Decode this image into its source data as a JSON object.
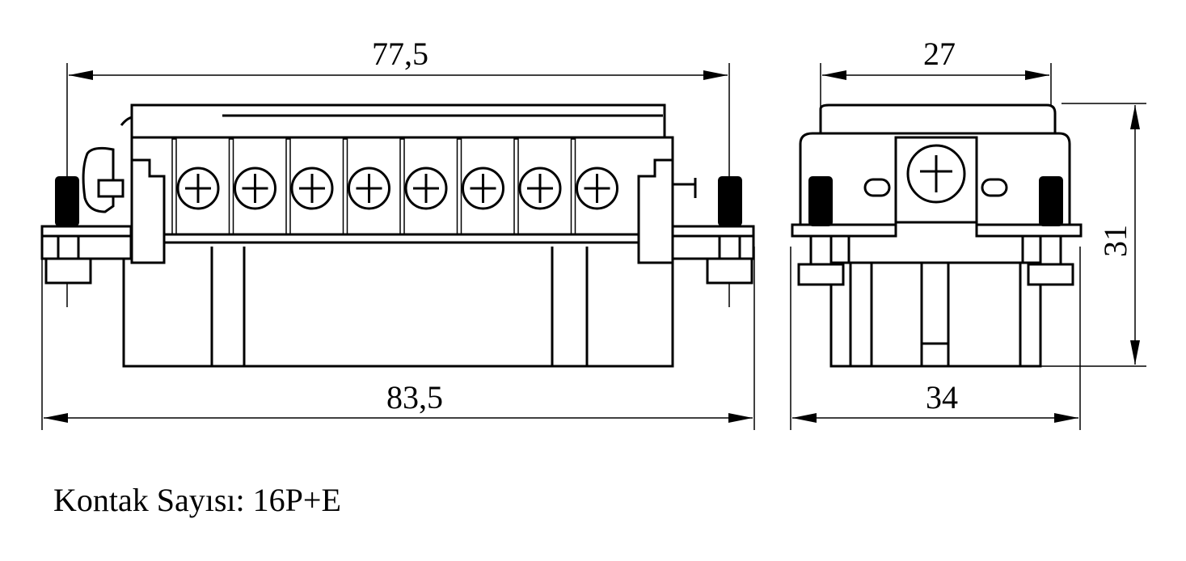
{
  "dimensions": {
    "front_top_width": "77,5",
    "front_bottom_width": "83,5",
    "side_top_width": "27",
    "side_bottom_width": "34",
    "side_height": "31"
  },
  "caption": "Kontak Sayısı: 16P+E",
  "front_view": {
    "visible_screw_count": 8
  }
}
